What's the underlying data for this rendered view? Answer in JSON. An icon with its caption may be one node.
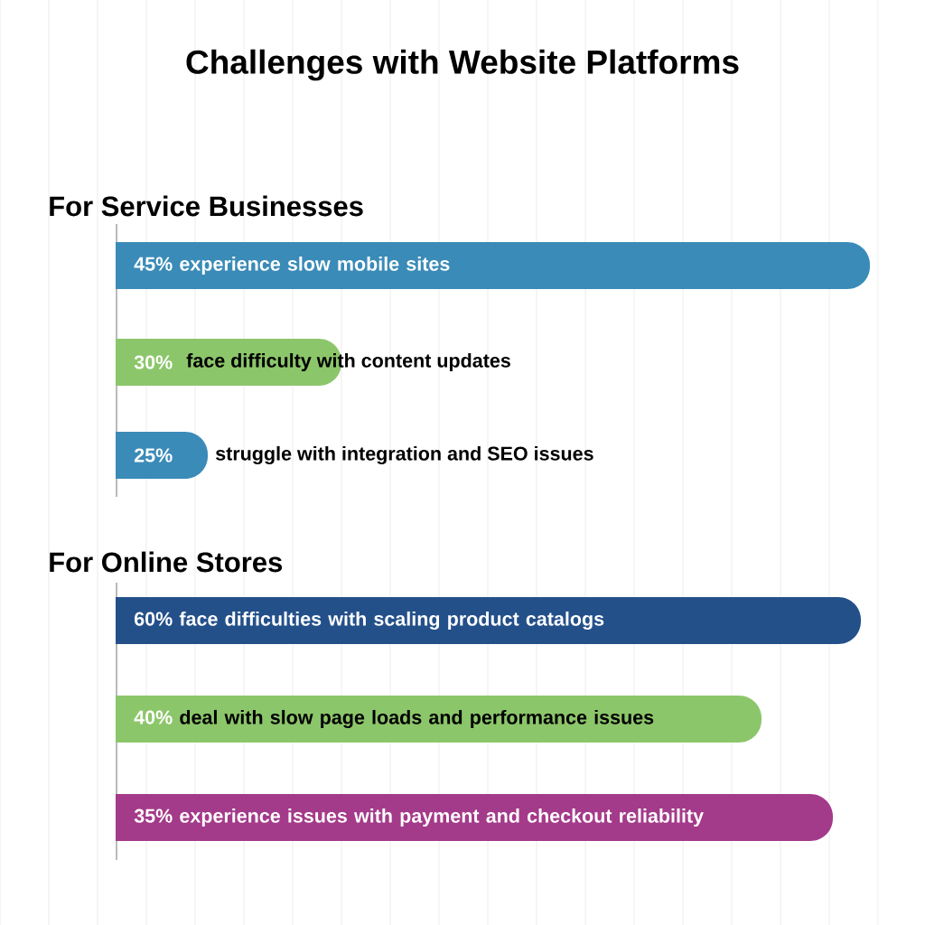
{
  "diagram": {
    "title": "Challenges with Website Platforms",
    "nodes": [
      {
        "text": [
          "45%",
          "experience slow mobile sites"
        ]
      },
      {
        "text": [
          "30%"
        ],
        "beside": [
          "face difficulty with content updates"
        ]
      },
      {
        "text": [
          "25%"
        ],
        "beside": [
          "struggle with integration and SEO issues"
        ]
      },
      {
        "text": [
          "60%",
          "face difficulties with scaling product catalogs"
        ]
      },
      {
        "text": [
          "40%",
          "deal with slow page loads and performance issues"
        ]
      },
      {
        "text": [
          "35%",
          "experience issues with payment and checkout reliability"
        ]
      }
    ],
    "labels": [
      "For Service Businesses",
      "For Online Stores"
    ]
  }
}
